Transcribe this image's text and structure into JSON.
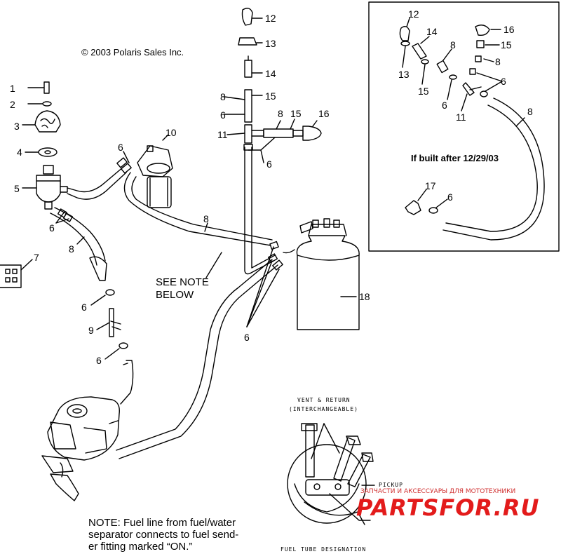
{
  "copyright": "© 2003 Polaris Sales Inc.",
  "see_note": [
    "SEE NOTE",
    "BELOW"
  ],
  "inset_caption": "If built after 12/29/03",
  "note_lines": [
    "NOTE:  Fuel line from fuel/water",
    "separator connects to fuel send-",
    "er fitting marked “ON.”"
  ],
  "detail_labels": {
    "vent_return": "VENT & RETURN",
    "interchangeable": "(INTERCHANGEABLE)",
    "pickup": "PICKUP",
    "tube_designation": "FUEL TUBE DESIGNATION"
  },
  "callouts": {
    "n1": "1",
    "n2": "2",
    "n3": "3",
    "n4": "4",
    "n5": "5",
    "n7": "7",
    "n8a": "8",
    "n6a": "6",
    "n9": "9",
    "n6b": "6",
    "n6c": "6",
    "n10": "10",
    "n6d": "6",
    "n8b": "8",
    "n12": "12",
    "n13": "13",
    "n14": "14",
    "n8c": "8",
    "n15": "15",
    "n6e": "6",
    "n8d": "8",
    "n15b": "15",
    "n16": "16",
    "n11": "11",
    "n6f": "6",
    "n18": "18",
    "n6g": "6",
    "i12": "12",
    "i14": "14",
    "i8a": "8",
    "i16": "16",
    "i15": "15",
    "i8b": "8",
    "i13": "13",
    "i15b": "15",
    "i6a": "6",
    "i6b": "6",
    "i11": "11",
    "i8c": "8",
    "i17": "17",
    "i6c": "6"
  },
  "watermark": {
    "tagline": "ЗАПЧАСТИ И АКСЕССУАРЫ ДЛЯ МОТОТЕХНИКИ",
    "brand": "PARTSFOR.RU"
  },
  "colors": {
    "line": "#000000",
    "watermark": "#e31b1b"
  }
}
